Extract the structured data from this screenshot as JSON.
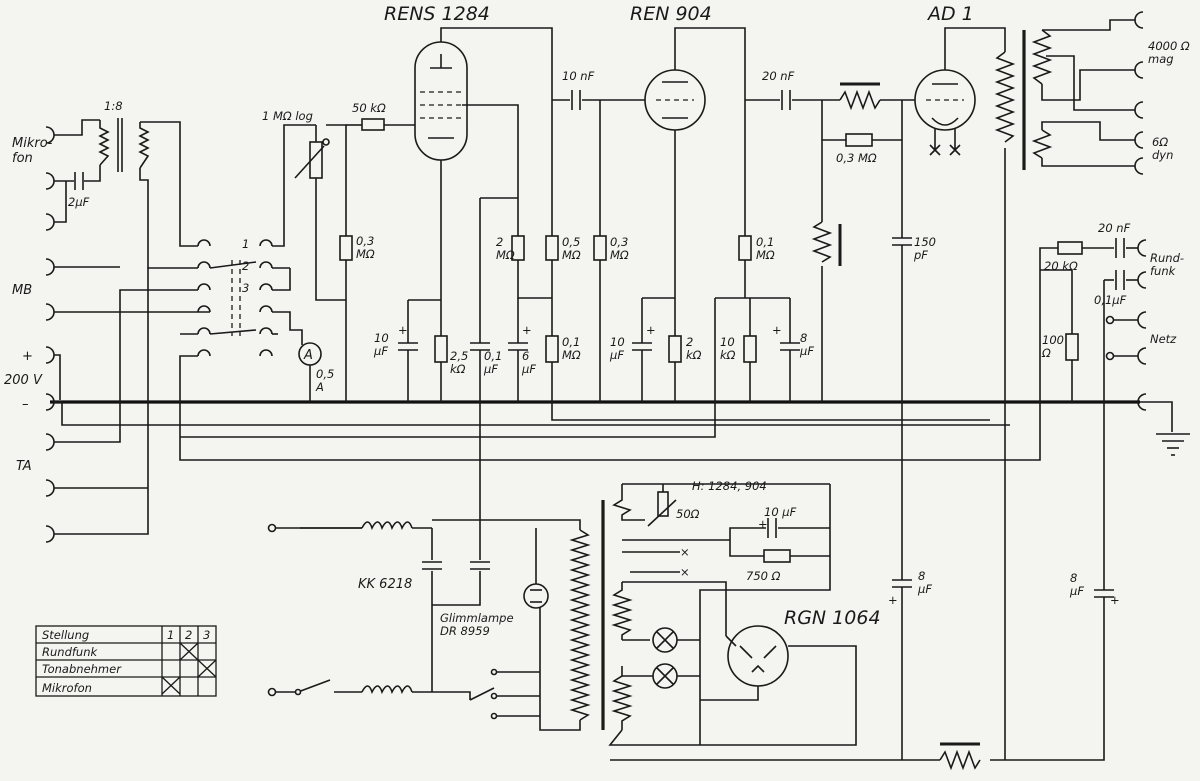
{
  "tubes": {
    "v1": "RENS 1284",
    "v2": "REN 904",
    "v3": "AD 1",
    "rect": "RGN 1064"
  },
  "inputs": {
    "mikrofon": "Mikro-\nfon",
    "mb": "MB",
    "plus": "+",
    "minus": "–",
    "voltage": "200 V",
    "ta": "TA"
  },
  "switch": {
    "p1": "1",
    "p2": "2",
    "p3": "3"
  },
  "labels": {
    "trafo_ratio": "1:8",
    "c_2uF": "2µF",
    "pot": "1 MΩ log",
    "r_50k": "50 kΩ",
    "r_03M": "0,3\nMΩ",
    "ammeter": "A",
    "amp_05": "0,5\nA",
    "c_10uF_a": "10\nµF",
    "r_25k": "2,5\nkΩ",
    "c_01uF_a": "0,1\nµF",
    "r_2M": "2\nMΩ",
    "c_6uF_a": "6\nµF",
    "c_10nF": "10 nF",
    "r_05M": "0,5\nMΩ",
    "r_01M_a": "0,1\nMΩ",
    "r_03M_b": "0,3\nMΩ",
    "c_10uF_b": "10\nµF",
    "r_2k": "2\nkΩ",
    "c_20nF": "20 nF",
    "r_01M_b": "0,1\nMΩ",
    "r_10k": "10\nkΩ",
    "c_8uF_a": "8\nµF",
    "r_03M_c": "0,3 MΩ",
    "c_150pF": "150\npF",
    "spk_4000": "4000 Ω\nmag",
    "spk_6": "6Ω\ndyn",
    "c_20nF_b": "20 nF",
    "r_20k": "20 kΩ",
    "rundfunk": "Rund-\nfunk",
    "c_01uF_b": "0,1µF",
    "netz": "Netz",
    "r_100": "100\nΩ",
    "heater": "H: 1284, 904",
    "r_50": "50Ω",
    "c_10uF_c": "10 µF",
    "r_750": "750 Ω",
    "choke": "KK 6218",
    "glimm": "Glimmlampe\nDR 8959",
    "c_8uF_b": "8\nµF",
    "c_8uF_c": "8\nµF"
  },
  "table": {
    "header": [
      "Stellung",
      "1",
      "2",
      "3"
    ],
    "rows": [
      {
        "label": "Rundfunk",
        "marks": [
          false,
          true,
          false
        ]
      },
      {
        "label": "Tonabnehmer",
        "marks": [
          false,
          false,
          true
        ]
      },
      {
        "label": "Mikrofon",
        "marks": [
          true,
          false,
          false
        ]
      }
    ]
  }
}
